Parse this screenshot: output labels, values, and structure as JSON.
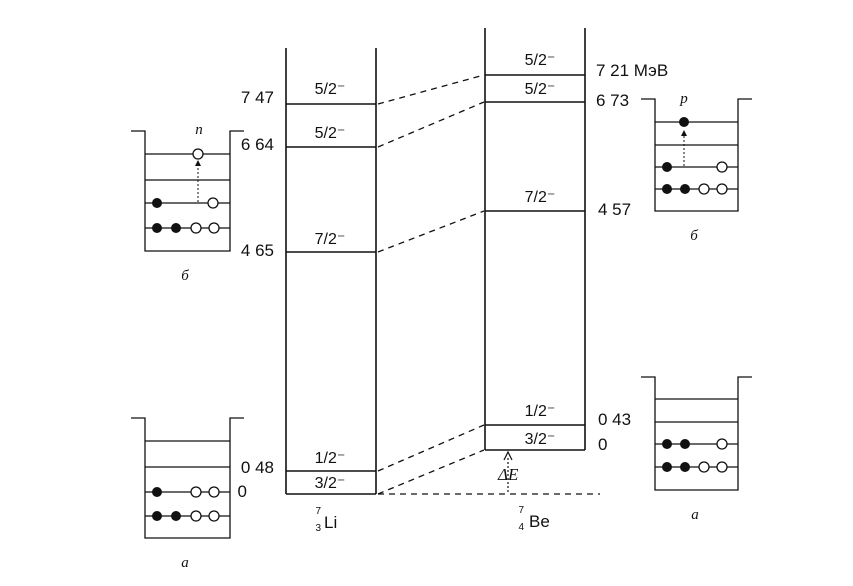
{
  "li": {
    "nucleus": {
      "mass": "7",
      "charge": "3",
      "symbol": "Li"
    },
    "levels": [
      {
        "energy": "7 47",
        "spin": "5/2⁻"
      },
      {
        "energy": "6 64",
        "spin": "5/2⁻"
      },
      {
        "energy": "4 65",
        "spin": "7/2⁻"
      },
      {
        "energy": "0 48",
        "spin": "1/2⁻"
      },
      {
        "energy": "0",
        "spin": "3/2⁻"
      }
    ]
  },
  "be": {
    "nucleus": {
      "mass": "7",
      "charge": "4",
      "symbol": "Be"
    },
    "levels": [
      {
        "energy": "7 21 МэВ",
        "spin": "5/2⁻"
      },
      {
        "energy": "6 73",
        "spin": "5/2⁻"
      },
      {
        "energy": "4 57",
        "spin": "7/2⁻"
      },
      {
        "energy": "0 43",
        "spin": "1/2⁻"
      },
      {
        "energy": "0",
        "spin": "3/2⁻"
      }
    ],
    "shift_label": "ΔE"
  },
  "wells": {
    "left_excited": {
      "label": "б",
      "particle": "n"
    },
    "left_ground": {
      "label": "а"
    },
    "right_excited": {
      "label": "б",
      "particle": "p"
    },
    "right_ground": {
      "label": "а"
    }
  }
}
